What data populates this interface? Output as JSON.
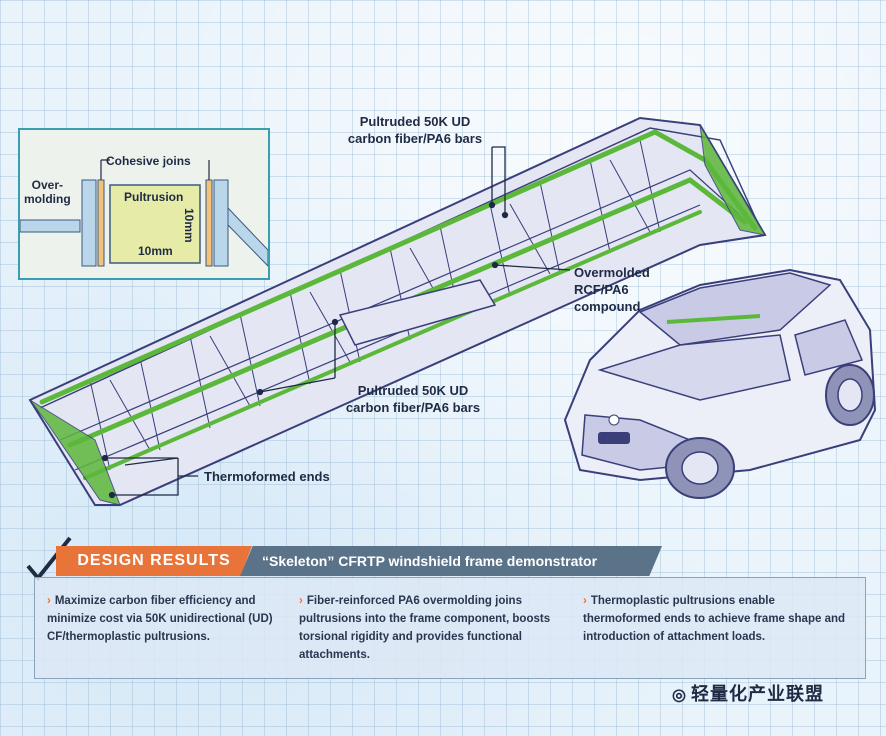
{
  "labels": {
    "pultruded_top": [
      "Pultruded 50K UD",
      "carbon fiber/PA6 bars"
    ],
    "overmolded": [
      "Overmolded",
      "RCF/PA6",
      "compound"
    ],
    "pultruded_bottom": [
      "Pultruded 50K UD",
      "carbon fiber/PA6 bars"
    ],
    "thermoformed": "Thermoformed ends"
  },
  "inset": {
    "cohesive_joins": "Cohesive joins",
    "overmolding": [
      "Over-",
      "molding"
    ],
    "pultrusion": "Pultrusion",
    "dim_vertical": "10mm",
    "dim_horizontal": "10mm"
  },
  "banner": {
    "design_results": "DESIGN RESULTS",
    "subtitle": "“Skeleton” CFRTP windshield frame demonstrator"
  },
  "results": [
    "Maximize carbon fiber efficiency and minimize cost via 50K unidirectional (UD) CF/thermoplastic pultrusions.",
    "Fiber-reinforced PA6 overmolding joins pultrusions into the frame component, boosts torsional rigidity and provides functional attachments.",
    "Thermoplastic pultrusions enable thermoformed ends to achieve frame shape and introduction of attachment loads."
  ],
  "watermark": "轻量化产业联盟",
  "colors": {
    "accent_orange": "#e8743a",
    "banner_slate": "#5b7389",
    "pultrusion_green": "#5cb83a",
    "frame_outline": "#3a3f7a",
    "inset_border": "#3a9db0"
  },
  "icons": [
    "check-mark-icon",
    "chevron-right-icon",
    "wechat-icon"
  ]
}
